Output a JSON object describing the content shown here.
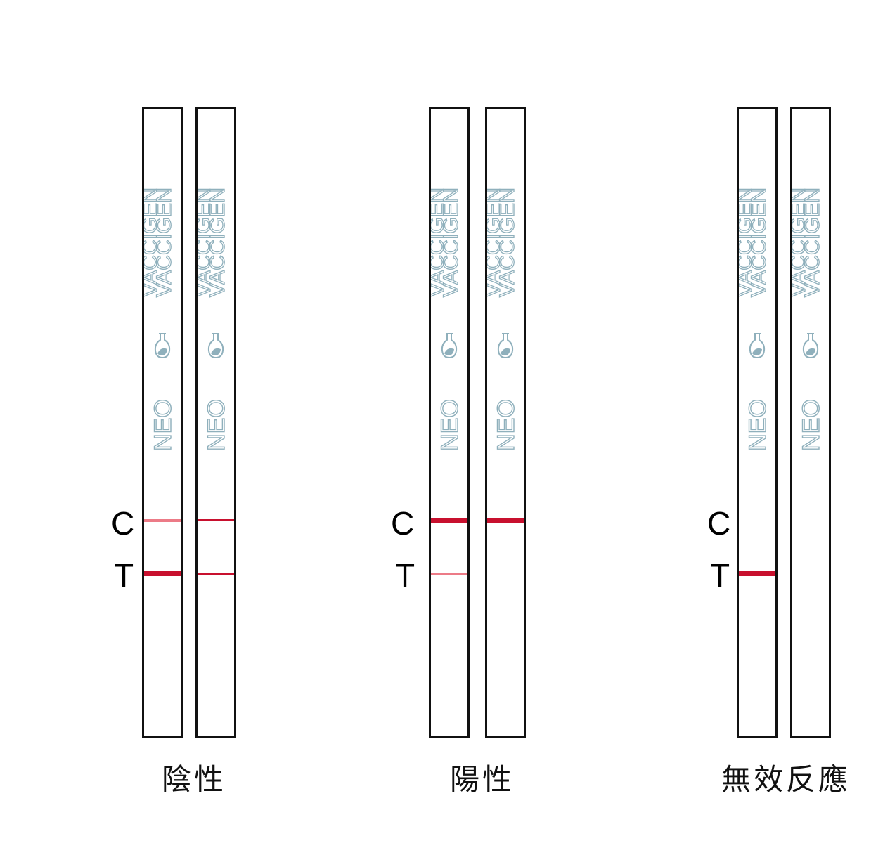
{
  "brand": {
    "name": "VACCIGEN",
    "product": "NEO",
    "text_color": "#8fb0bc",
    "logo_icon": "flask-icon"
  },
  "markers": {
    "control": "C",
    "test": "T"
  },
  "colors": {
    "strong_line": "#c8102e",
    "faint_line": "#ec7b87",
    "strip_border": "#111111"
  },
  "groups": [
    {
      "caption": "陰性",
      "strips": [
        {
          "c_line": "faint",
          "t_line": "strong"
        },
        {
          "c_line": "strong-thin",
          "t_line": "strong-thin"
        }
      ]
    },
    {
      "caption": "陽性",
      "strips": [
        {
          "c_line": "strong",
          "t_line": "faint"
        },
        {
          "c_line": "strong",
          "t_line": "none"
        }
      ]
    },
    {
      "caption": "無效反應",
      "strips": [
        {
          "c_line": "none",
          "t_line": "strong"
        },
        {
          "c_line": "none",
          "t_line": "none"
        }
      ]
    }
  ]
}
